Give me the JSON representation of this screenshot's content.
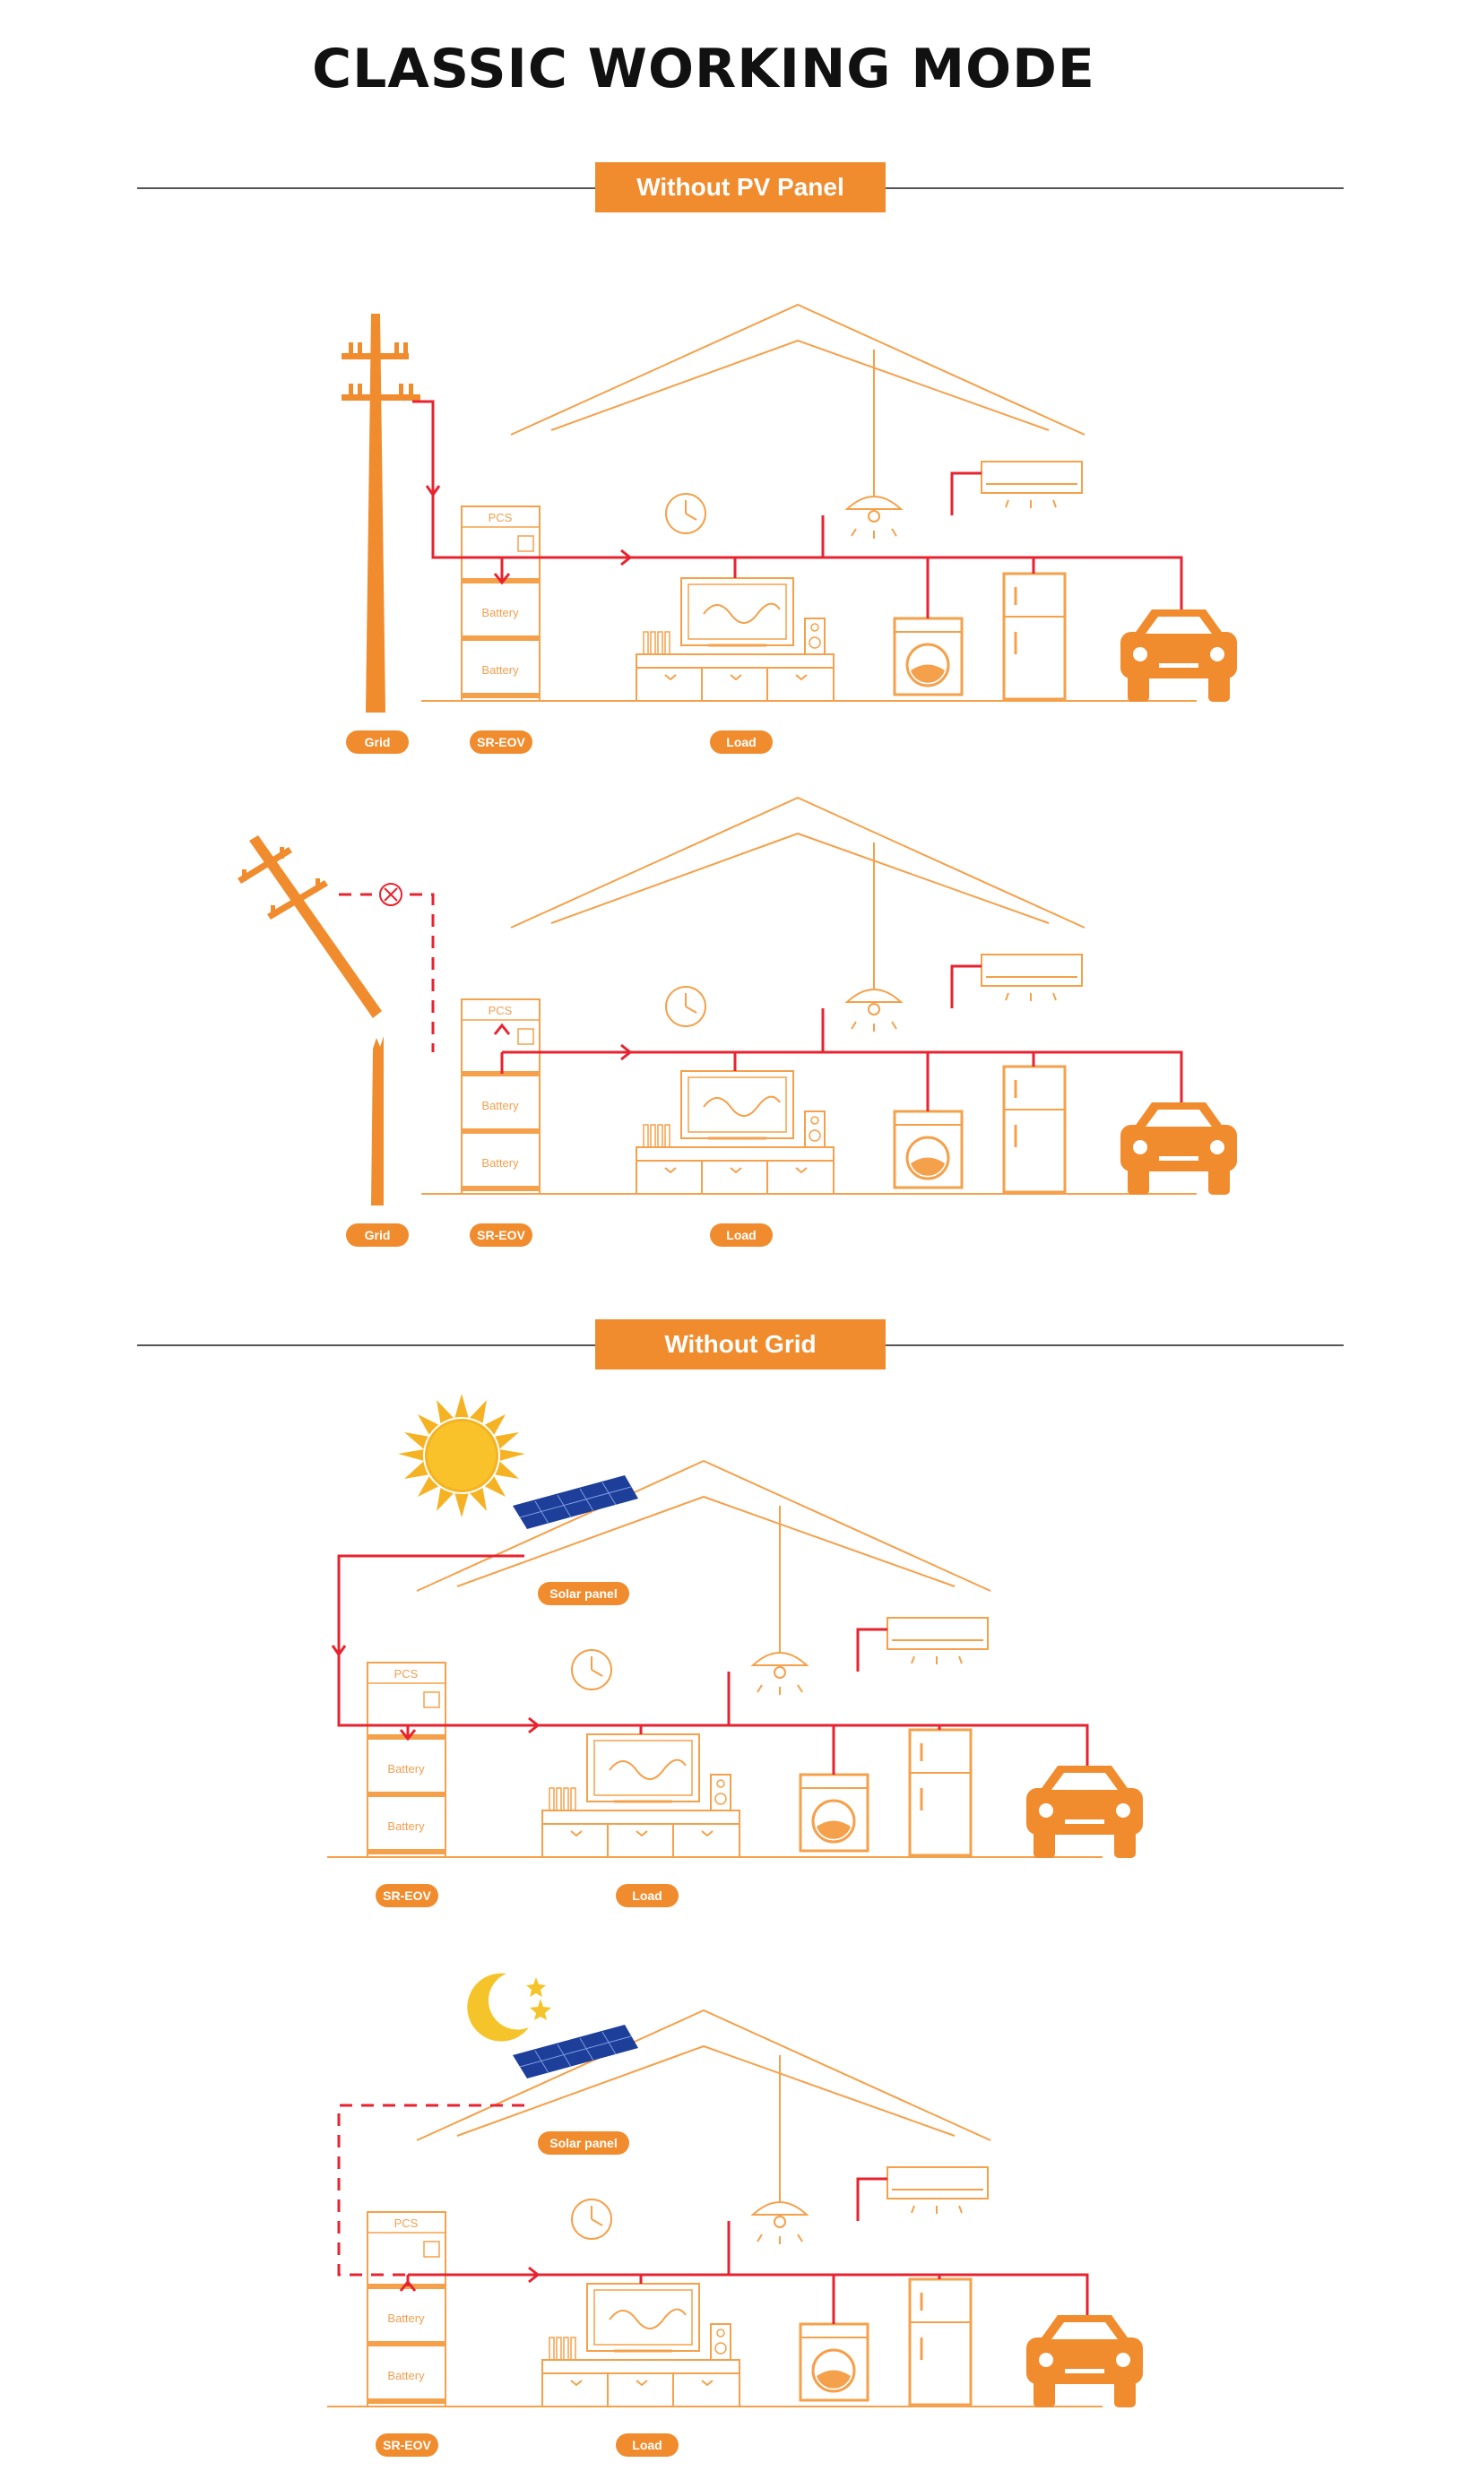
{
  "title": "CLASSIC WORKING MODE",
  "sections": [
    {
      "label": "Without PV Panel"
    },
    {
      "label": "Without Grid"
    }
  ],
  "tags": {
    "grid": "Grid",
    "device": "SR-EOV",
    "load": "Load",
    "solar": "Solar panel"
  },
  "unit": {
    "pcs": "PCS",
    "battery": "Battery"
  },
  "colors": {
    "accent": "#f08c2e",
    "flow": "#e8232f",
    "outline": "#f5a04a",
    "panel": "#1d3f9a"
  },
  "scenarios": [
    {
      "id": "grid-normal",
      "grid_state": "standing",
      "flow": "solid"
    },
    {
      "id": "grid-failure",
      "grid_state": "broken",
      "flow": "dashed"
    },
    {
      "id": "solar-day",
      "sky": "sun",
      "flow": "solid"
    },
    {
      "id": "solar-night",
      "sky": "moon",
      "flow": "dashed"
    }
  ]
}
